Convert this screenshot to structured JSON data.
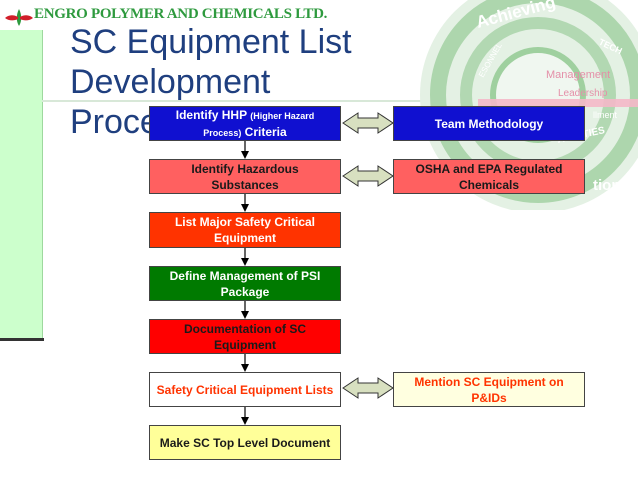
{
  "header": {
    "company": "ENGRO POLYMER AND CHEMICALS LTD."
  },
  "title": {
    "line1": "SC Equipment List Development",
    "line2": "Process"
  },
  "background_words": [
    "Achieving",
    "Management",
    "Leadership",
    "TECH",
    "ACILITIES",
    "tional",
    "llment",
    "ESONNEL"
  ],
  "steps": [
    {
      "text_main": "Identify HHP",
      "text_small": "(Higher Hazard Process)",
      "text_end": "Criteria",
      "fill": "#1010d0",
      "text_color": "#ffffff"
    },
    {
      "text": "Identify Hazardous Substances",
      "fill": "#ff6060",
      "text_color": "#1a1a1a"
    },
    {
      "text": "List Major Safety Critical Equipment",
      "fill": "#ff3300",
      "text_color": "#ffffff"
    },
    {
      "text": "Define Management of PSI Package",
      "fill": "#007a00",
      "text_color": "#ffffff"
    },
    {
      "text": "Documentation of SC Equipment",
      "fill": "#ff0000",
      "text_color": "#1a1a1a"
    },
    {
      "text": "Safety Critical Equipment Lists",
      "fill": "#ffffff",
      "text_color": "#ff3300"
    },
    {
      "text": "Make SC Top Level Document",
      "fill": "#ffff99",
      "text_color": "#1a1a1a"
    }
  ],
  "side_boxes": [
    {
      "text": "Team Methodology",
      "fill": "#1010d0",
      "text_color": "#ffffff"
    },
    {
      "text": "OSHA and EPA Regulated Chemicals",
      "fill": "#ff6060",
      "text_color": "#1a1a1a"
    },
    {
      "text": "Mention SC Equipment on P&IDs",
      "fill": "#ffffe0",
      "text_color": "#ff3300"
    }
  ],
  "colors": {
    "title": "#1f3f7f",
    "company": "#2e9a3e",
    "sidebar": "#ccffcc",
    "connector_fill": "#d8e0c0"
  }
}
